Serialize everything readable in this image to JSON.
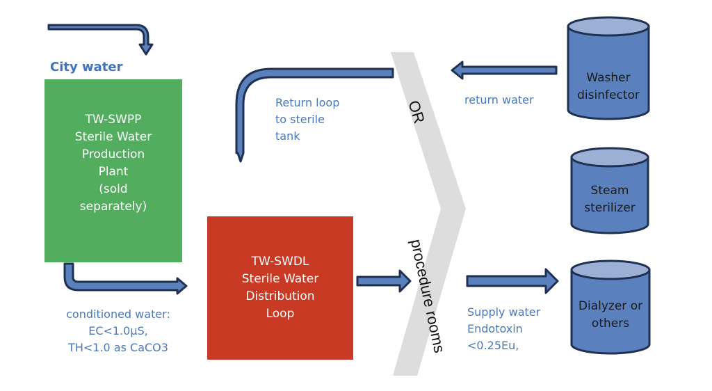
{
  "colors": {
    "arrow_fill": "#5a80bd",
    "arrow_stroke": "#1f3050",
    "green_box": "#52ae5e",
    "red_box": "#c83a24",
    "cylinder_body": "#5a80bd",
    "cylinder_top": "#9bb0d4",
    "chevron": "#dddddd",
    "label_text": "#4a78b8"
  },
  "city_water": {
    "label": "City water"
  },
  "production_plant": {
    "lines": [
      "TW-SWPP",
      "Sterile Water",
      "Production",
      "Plant",
      "(sold",
      "separately)"
    ]
  },
  "distribution_loop": {
    "lines": [
      "TW-SWDL",
      "Sterile Water",
      "Distribution",
      "Loop"
    ]
  },
  "conditioned_water": {
    "lines": [
      "conditioned water:",
      "EC<1.0μS,",
      "TH<1.0 as CaCO3"
    ]
  },
  "return_loop": {
    "lines": [
      "Return loop",
      "to sterile",
      "tank"
    ]
  },
  "return_water": {
    "label": "return water"
  },
  "supply_water": {
    "lines": [
      "Supply water",
      "Endotoxin",
      "<0.25Eu,"
    ]
  },
  "chevron": {
    "upper_label": "OR",
    "lower_label": "procedure rooms"
  },
  "devices": [
    {
      "lines": [
        "Washer",
        "disinfector"
      ]
    },
    {
      "lines": [
        "Steam",
        "sterilizer"
      ]
    },
    {
      "lines": [
        "Dialyzer or",
        "others"
      ]
    }
  ]
}
